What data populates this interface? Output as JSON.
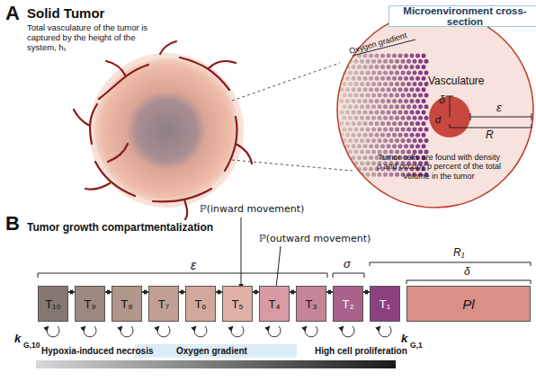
{
  "diagram": {
    "nodes": [
      {
        "text": [
          "Microenvironment cross-section"
        ]
      },
      {
        "text": [
          "T₁₀"
        ]
      },
      {
        "text": [
          "T₉"
        ]
      },
      {
        "text": [
          "T₈"
        ]
      },
      {
        "text": [
          "T₇"
        ]
      },
      {
        "text": [
          "T₆"
        ]
      },
      {
        "text": [
          "T₅"
        ]
      },
      {
        "text": [
          "T₄"
        ]
      },
      {
        "text": [
          "T₃"
        ]
      },
      {
        "text": [
          "T₂"
        ]
      },
      {
        "text": [
          "T₁"
        ]
      },
      {
        "text": [
          "Pl"
        ]
      }
    ],
    "edges": [
      {
        "from": 1,
        "to": 2,
        "arrow": "both"
      },
      {
        "from": 2,
        "to": 3,
        "arrow": "both"
      },
      {
        "from": 3,
        "to": 4,
        "arrow": "both"
      },
      {
        "from": 4,
        "to": 5,
        "arrow": "both"
      },
      {
        "from": 5,
        "to": 6,
        "arrow": "both"
      },
      {
        "from": 6,
        "to": 7,
        "arrow": "both"
      },
      {
        "from": 7,
        "to": 8,
        "arrow": "both"
      },
      {
        "from": 8,
        "to": 9,
        "arrow": "both"
      },
      {
        "from": 9,
        "to": 10,
        "arrow": "both"
      }
    ],
    "labels": [
      "A",
      "Solid Tumor",
      "Total vasculature of the tumor is captured by the height of the system, hₜ",
      "Oxygen gradient",
      "Vasculature",
      "δ",
      "d",
      "ε",
      "R",
      "Tumor cells are found with density ρ and occupy p percent of the total volume in the tumor",
      "B",
      "Tumor growth compartmentalization",
      "ℙ(inward movement)",
      "ℙ(outward movement)",
      "ε",
      "σ",
      "R₁",
      "δ",
      "k",
      "G,10",
      "k",
      "G,1",
      "Hypoxia-induced necrosis",
      "Oxygen gradient",
      "High cell proliferation"
    ]
  }
}
